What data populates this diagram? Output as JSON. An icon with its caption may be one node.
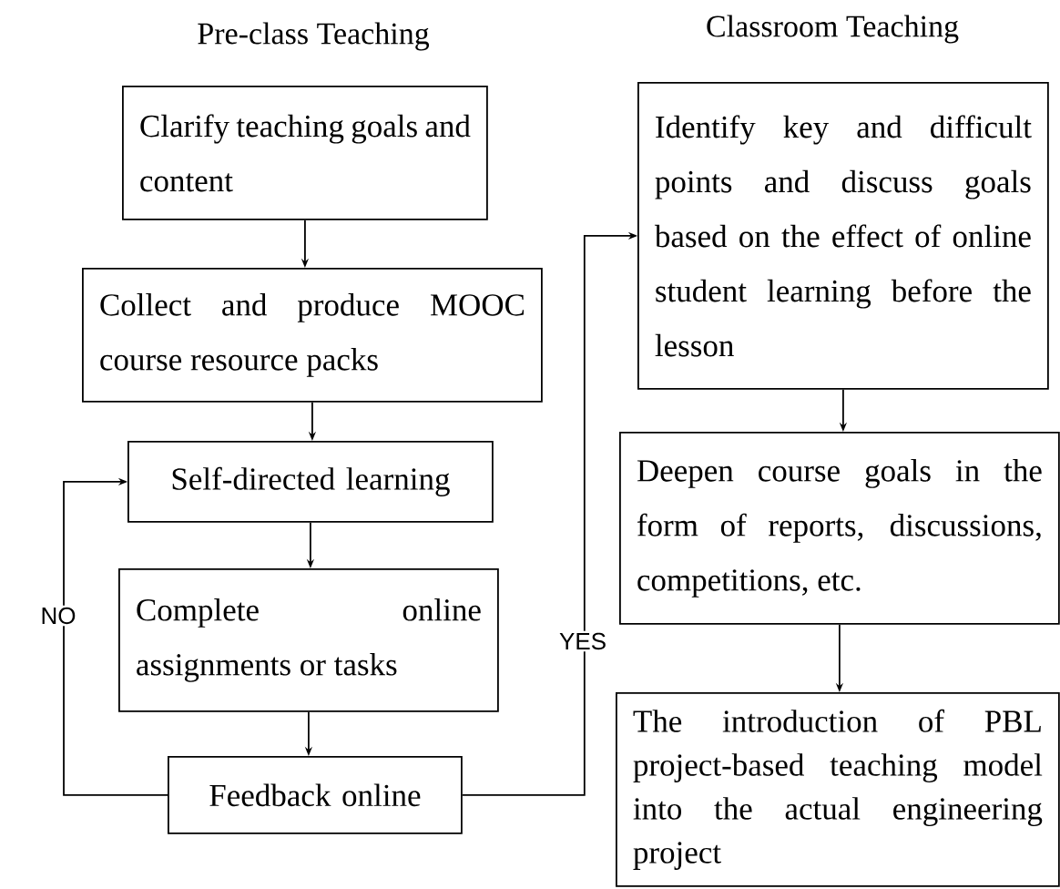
{
  "diagram": {
    "nodes": [
      {
        "text": [
          "Clarify teaching goals and content"
        ]
      },
      {
        "text": [
          "Collect and produce MOOC course resource packs"
        ]
      },
      {
        "text": [
          "Self-directed learning"
        ]
      },
      {
        "text": [
          "Complete online assignments or tasks"
        ]
      },
      {
        "text": [
          "Feedback online"
        ]
      },
      {
        "text": [
          "Identify key and difficult points and discuss goals based on the effect of online student learning before the lesson"
        ]
      },
      {
        "text": [
          "Deepen course goals in the form of reports, discussions, competitions, etc."
        ]
      },
      {
        "text": [
          "The introduction of PBL project-based teaching model into the actual engineering project"
        ]
      }
    ],
    "edges": [
      {
        "from": 0,
        "to": 1,
        "arrow": "to"
      },
      {
        "from": 1,
        "to": 2,
        "arrow": "to"
      },
      {
        "from": 2,
        "to": 3,
        "arrow": "to"
      },
      {
        "from": 3,
        "to": 4,
        "arrow": "to"
      },
      {
        "from": 4,
        "to": 2,
        "arrow": "to",
        "label": "NO"
      },
      {
        "from": 4,
        "to": 5,
        "arrow": "to",
        "label": "YES"
      },
      {
        "from": 5,
        "to": 6,
        "arrow": "to"
      },
      {
        "from": 6,
        "to": 7,
        "arrow": "to"
      }
    ],
    "labels": [
      "Pre-class Teaching",
      "Classroom Teaching"
    ]
  }
}
